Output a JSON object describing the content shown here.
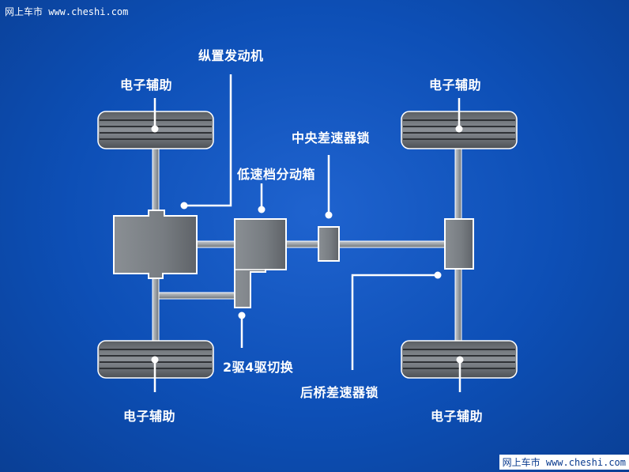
{
  "watermark": {
    "top": "网上车市 www.cheshi.com",
    "bottom": "网上车市 www.cheshi.com"
  },
  "labels": {
    "engine": "纵置发动机",
    "wheel_front_left": "电子辅助",
    "wheel_front_right": "电子辅助",
    "wheel_rear_left": "电子辅助",
    "wheel_rear_right": "电子辅助",
    "center_diff_lock": "中央差速器锁",
    "transfer_case": "低速档分动箱",
    "drive_switch": "2驱4驱切换",
    "rear_diff_lock": "后桥差速器锁"
  },
  "colors": {
    "background": "#0d4fb6",
    "component": "#7d8287",
    "outline": "#ffffff",
    "shaft": "#9aa0a6"
  }
}
